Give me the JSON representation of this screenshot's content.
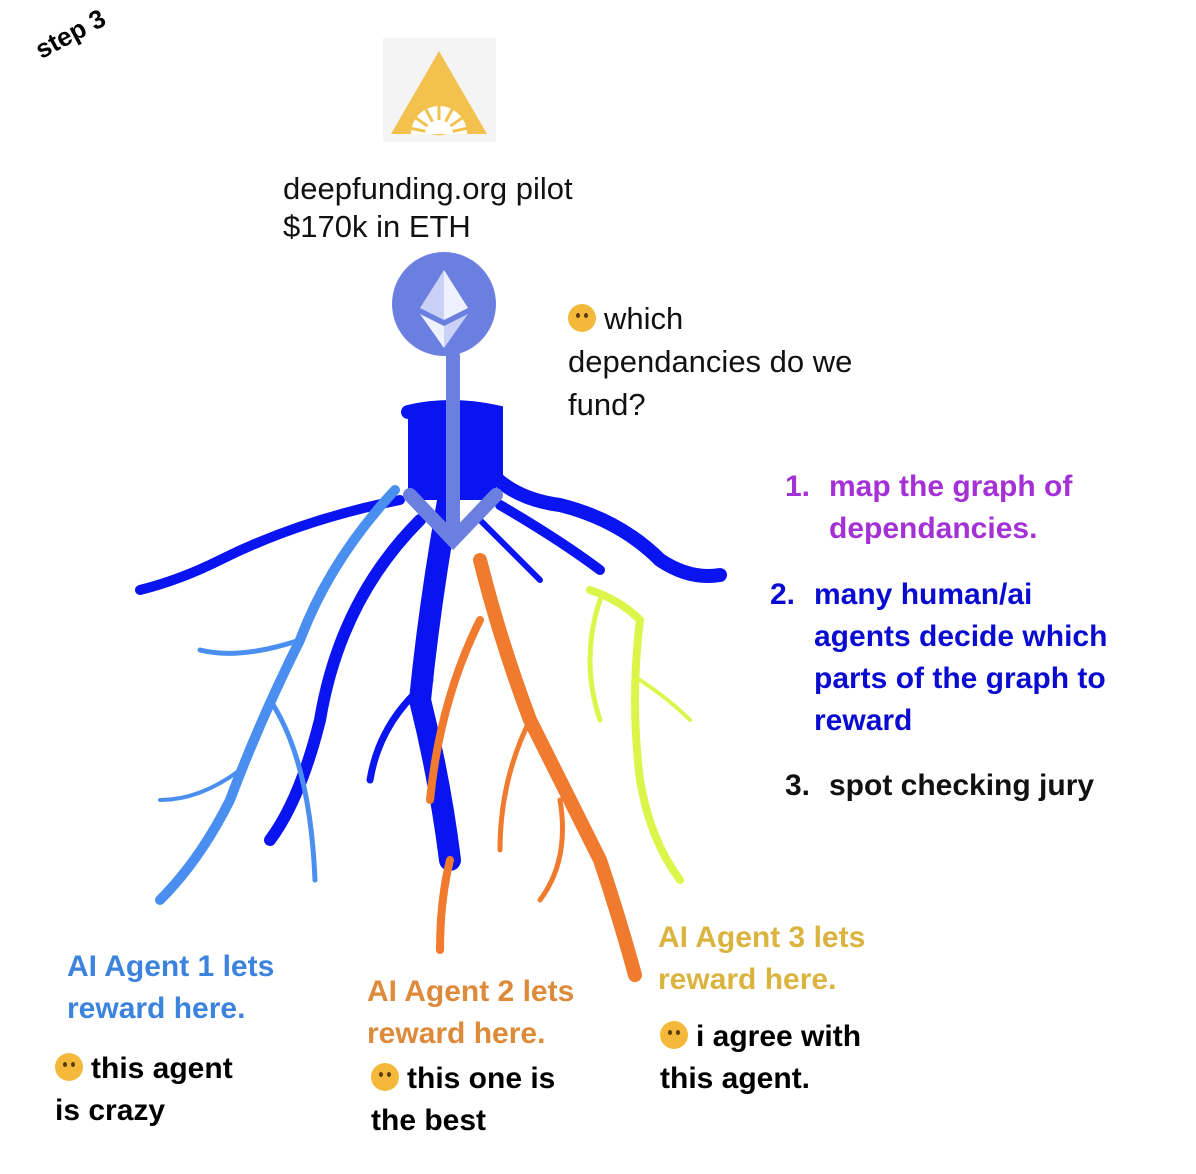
{
  "step_label": "step 3",
  "logo": {
    "icon": "deepfunding-sun-triangle-logo",
    "color": "#f2c14e"
  },
  "title": {
    "line1": "deepfunding.org pilot",
    "line2": "$170k in ETH"
  },
  "eth_icon": {
    "icon": "ethereum-icon",
    "color": "#6a7fe0"
  },
  "question": {
    "emoji": "thinking-face",
    "line1": "which",
    "line2": "dependancies do we",
    "line3": "fund?"
  },
  "steps": [
    {
      "num": "1.",
      "lines": [
        "map the graph of",
        "dependancies."
      ],
      "color": "#a431d6"
    },
    {
      "num": "2.",
      "lines": [
        "many human/ai",
        "agents decide which",
        "parts of the graph to",
        "reward"
      ],
      "color": "#0a0bd0"
    },
    {
      "num": "3.",
      "lines": [
        "spot checking jury"
      ],
      "color": "#111111"
    }
  ],
  "agents": [
    {
      "lines": [
        "AI Agent 1 lets",
        "reward here."
      ],
      "color": "#3c83dd",
      "comment_emoji": "zany-face",
      "comment": [
        "this agent",
        "is crazy"
      ]
    },
    {
      "lines": [
        "AI Agent 2 lets",
        "reward here."
      ],
      "color": "#dd8a3a",
      "comment_emoji": "grinning-face",
      "comment": [
        "this one is",
        "the best"
      ]
    },
    {
      "lines": [
        "AI Agent 3 lets",
        "reward here."
      ],
      "color": "#dbb33f",
      "comment_emoji": "thinking-face",
      "comment": [
        "i agree with",
        "this agent."
      ]
    }
  ],
  "roots_colors": {
    "main": "#0a14f0",
    "agent1": "#4a8ff0",
    "agent2": "#f07a2e",
    "agent3": "#dcf54a",
    "arrow": "#6a7fe0"
  }
}
